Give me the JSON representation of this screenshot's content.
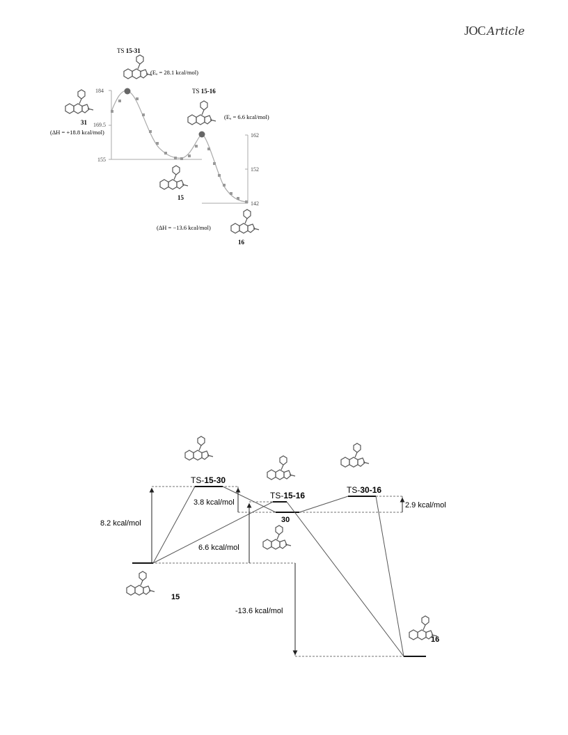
{
  "header": {
    "journal": "JOC",
    "section": "Article"
  },
  "figure1": {
    "ts_15_31": {
      "prefix": "TS ",
      "bold": "15-31",
      "ea": "(Eₐ = 28.1 kcal/mol)"
    },
    "ts_15_16": {
      "prefix": "TS ",
      "bold": "15-16",
      "ea": "(Eₐ = 6.6 kcal/mol)"
    },
    "cmpd_31": {
      "label": "31",
      "dh": "(ΔH = +18.8 kcal/mol)"
    },
    "cmpd_15": {
      "label": "15"
    },
    "cmpd_16": {
      "label": "16",
      "dh": "(ΔH = −13.6 kcal/mol)"
    },
    "left_axis_ticks": [
      "184",
      "169.5",
      "155"
    ],
    "right_axis_ticks": [
      "162",
      "152",
      "142"
    ]
  },
  "figure2": {
    "ts_15_30": {
      "prefix": "TS-",
      "bold": "15-30"
    },
    "ts_15_16": {
      "prefix": "TS-",
      "bold": "15-16"
    },
    "ts_30_16": {
      "prefix": "TS-",
      "bold": "30-16"
    },
    "label_30": "30",
    "label_15": "15",
    "label_16": "16",
    "e_8_2": "8.2 kcal/mol",
    "e_3_8": "3.8 kcal/mol",
    "e_6_6": "6.6 kcal/mol",
    "e_2_9": "2.9 kcal/mol",
    "e_m13_6": "-13.6 kcal/mol"
  }
}
